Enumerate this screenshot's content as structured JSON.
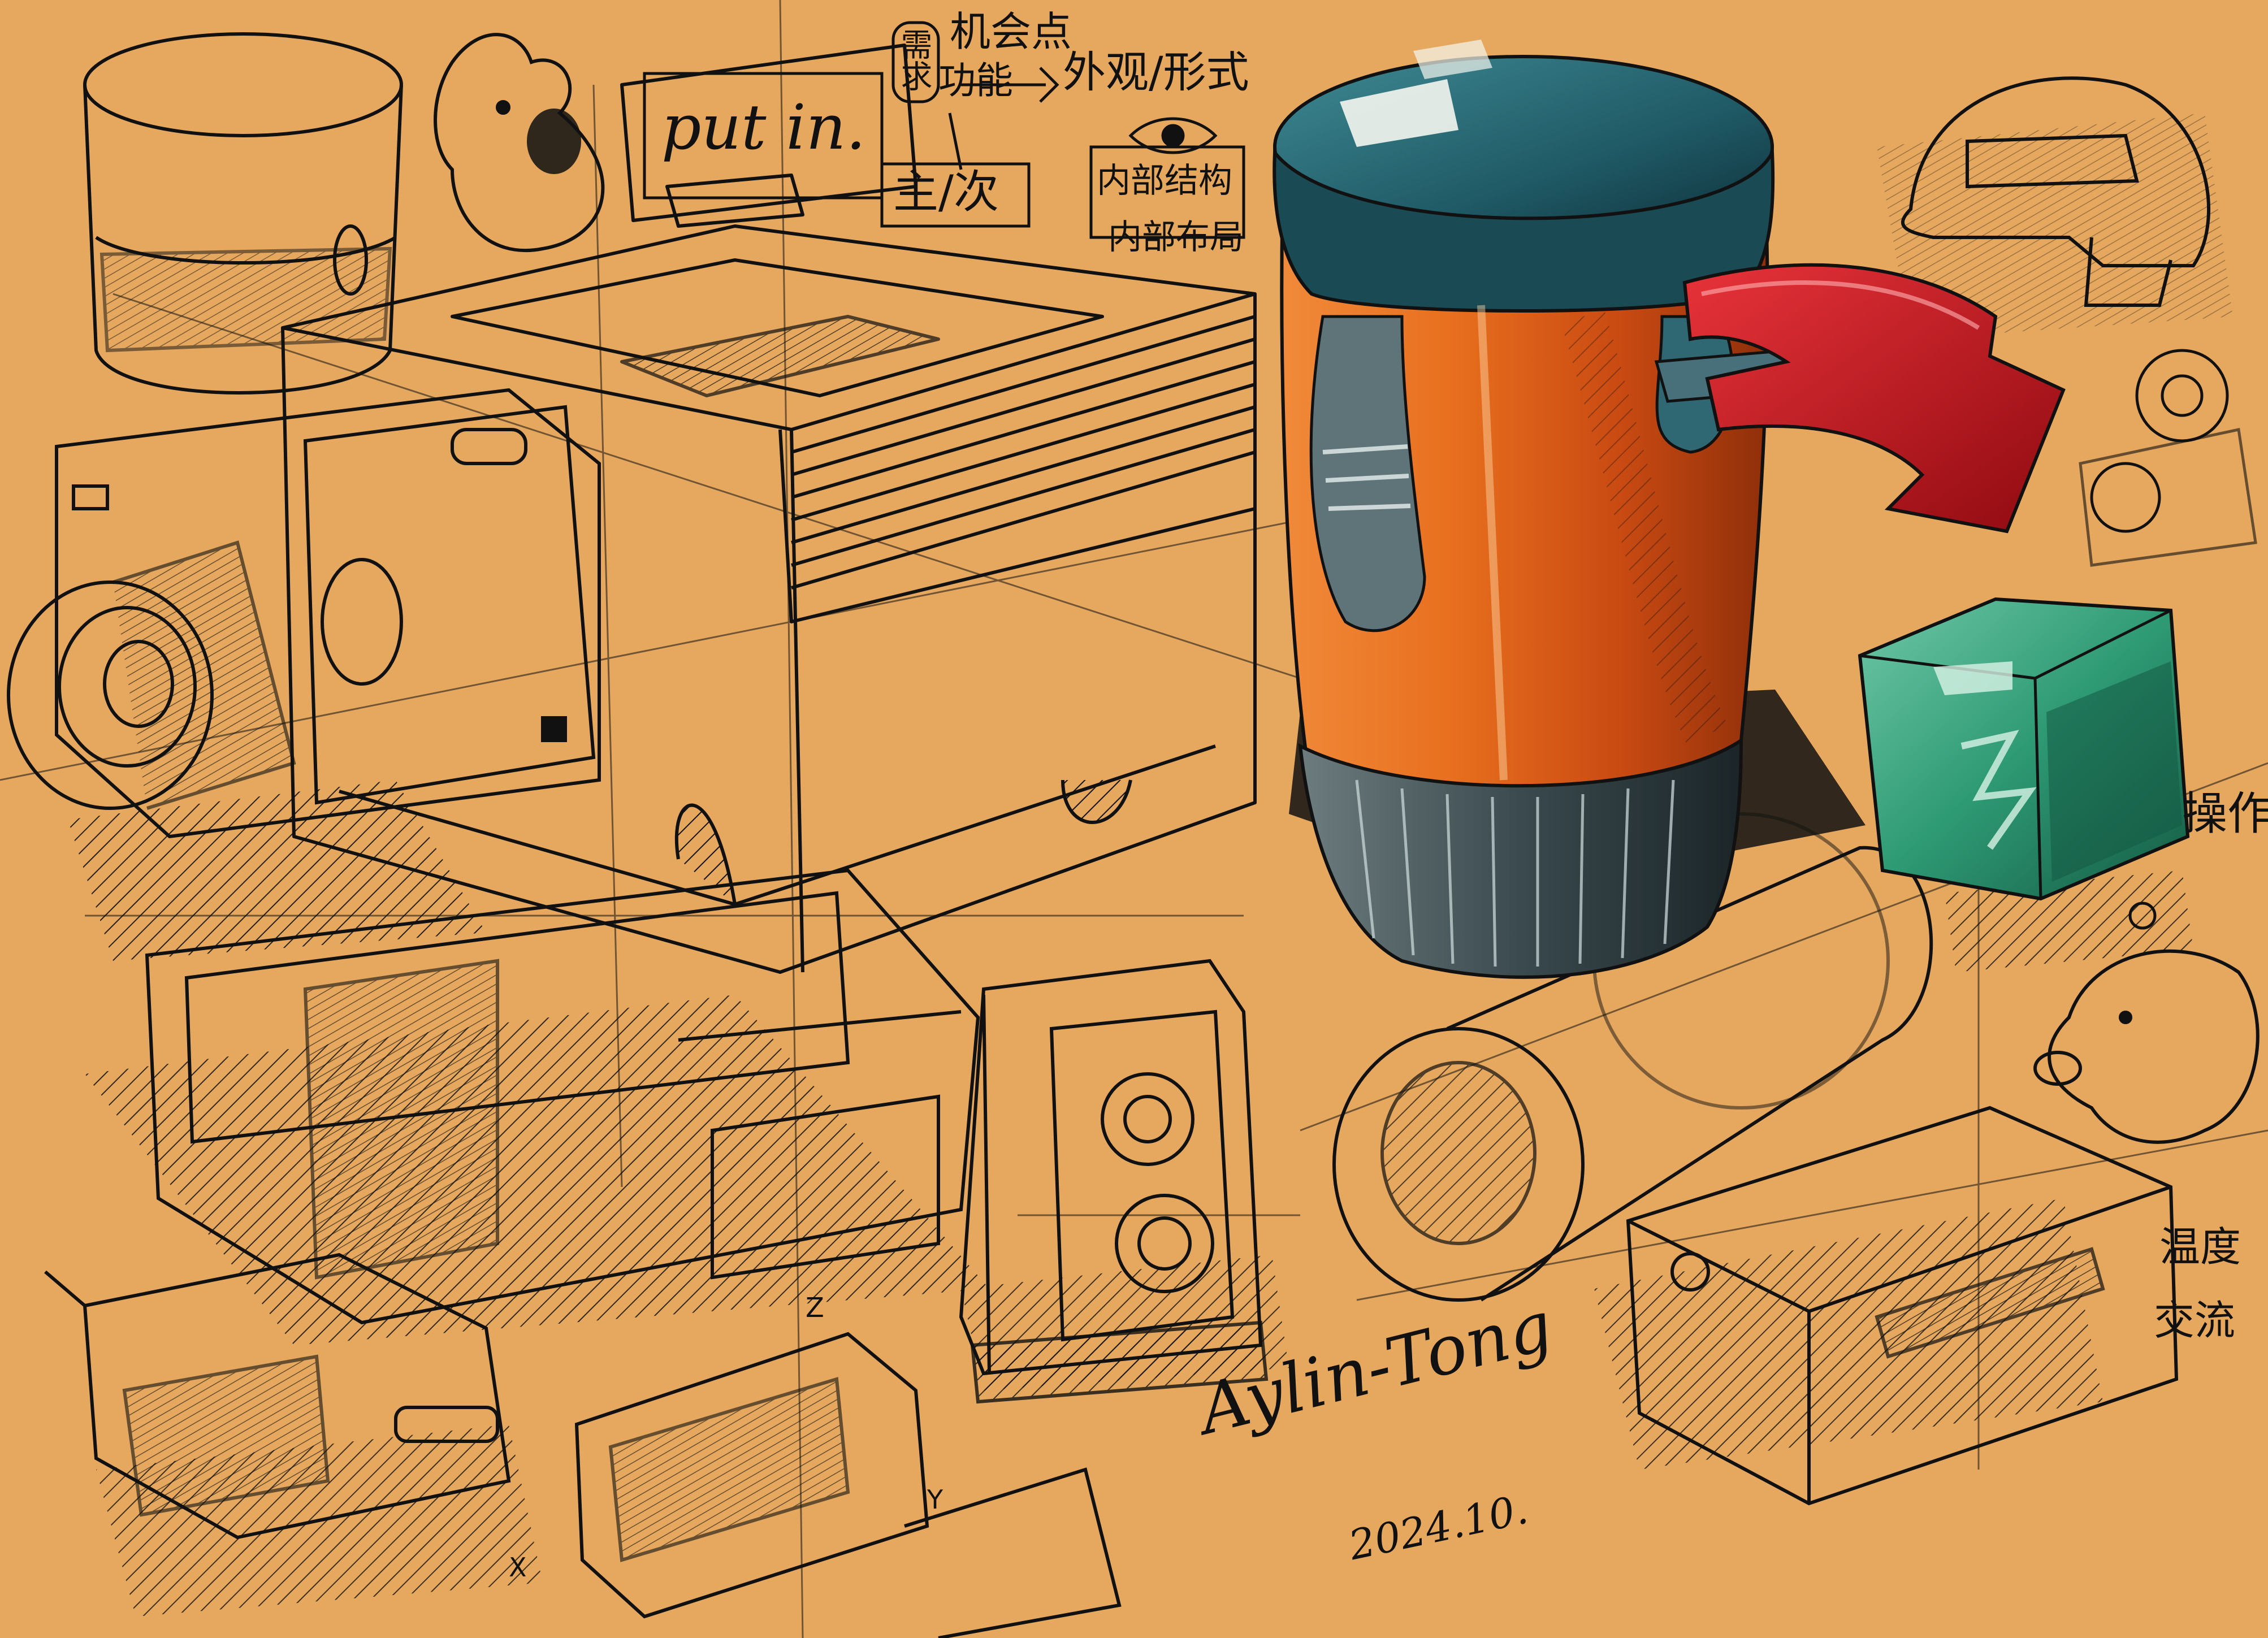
{
  "palette": {
    "paper": "#e6a85e",
    "ink": "#111111",
    "cup_orange": "#e06a1c",
    "cup_cap": "#1f5a66",
    "arrow_red": "#c8151b",
    "cube_green": "#2e9a74",
    "band_grey": "#3a4a4e"
  },
  "annotations": {
    "put_in": "put in.",
    "need_box": "需求",
    "opportunity": "机会点",
    "function": "功能",
    "appearance_form": "外观/形式",
    "primary_secondary": "主/次",
    "internal_structure": "内部结构",
    "internal_layout": "内部布局",
    "operate": "操作",
    "temperature": "温度",
    "interaction": "交流"
  },
  "signature": {
    "name": "Aylin-Tong",
    "date": "2024.10."
  },
  "axis_labels": {
    "z": "Z",
    "y": "Y",
    "x": "X"
  }
}
